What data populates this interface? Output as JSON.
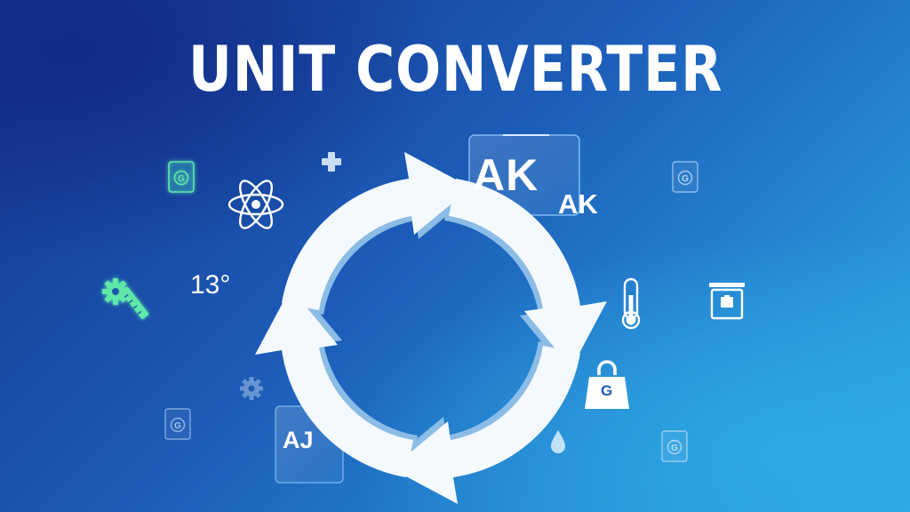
{
  "title": "UNIT CONVERTER",
  "labels": {
    "ak_large": "AK",
    "ak_small": "AK",
    "aj": "AJ",
    "temperature": "13°",
    "weight_g": "G"
  },
  "icons": [
    "converter-cycle-arrows-icon",
    "atom-icon",
    "plus-icon",
    "gear-ruler-icon",
    "gear-icon",
    "thermometer-icon",
    "scale-icon",
    "weight-icon",
    "water-drop-icon",
    "g-card-icon"
  ],
  "colors": {
    "background_dark": "#14338e",
    "background_light": "#31aee6",
    "accent_green": "#5ee8a8",
    "arrow_white": "#f4f9fe",
    "arrow_shadow": "#8bbce6"
  }
}
